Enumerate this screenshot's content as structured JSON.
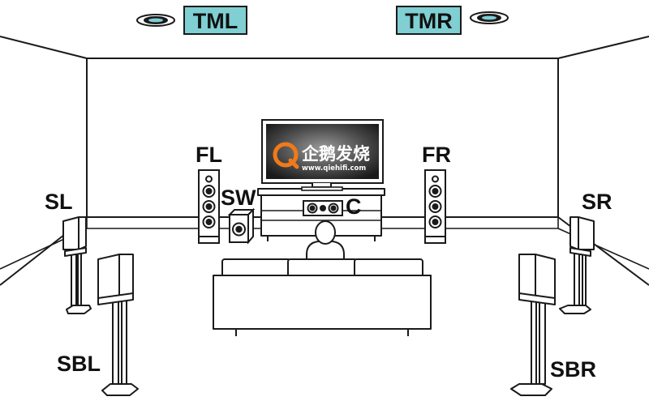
{
  "labels": {
    "tml": "TML",
    "tmr": "TMR",
    "fl": "FL",
    "fr": "FR",
    "sw": "SW",
    "c": "C",
    "sl": "SL",
    "sr": "SR",
    "sbl": "SBL",
    "sbr": "SBR"
  },
  "watermark": {
    "brand": "企鹅发烧",
    "url": "www.qiehifi.com"
  },
  "colors": {
    "ceiling_label_bg": "#7fcfd3",
    "line": "#1a1a1a",
    "watermark_q": "#f07a1a"
  },
  "icons": {
    "ceiling_speaker": "ceiling-speaker-icon",
    "tower_speaker": "tower-speaker-icon",
    "subwoofer": "subwoofer-icon",
    "center_speaker": "center-speaker-icon",
    "bookshelf_speaker": "bookshelf-speaker-icon",
    "listener": "listener-icon",
    "tv": "tv-icon",
    "sofa": "sofa-icon"
  }
}
